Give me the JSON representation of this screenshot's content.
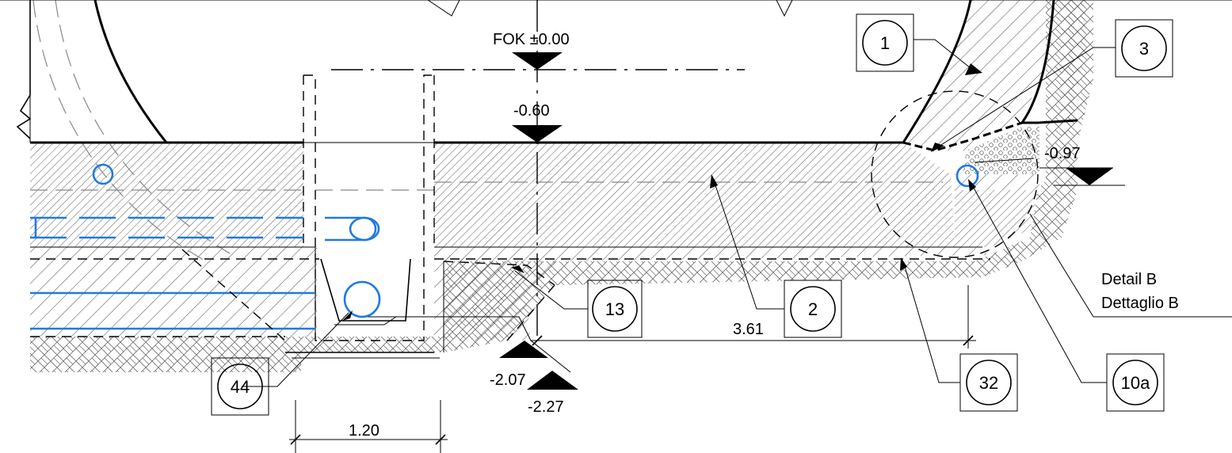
{
  "levels": {
    "fok": "FOK ±0.00",
    "top": "-0.60",
    "right": "-0.97",
    "bottom_a": "-2.07",
    "bottom_b": "-2.27"
  },
  "dimensions": {
    "width_a": "1.20",
    "width_b": "3.61"
  },
  "callouts": [
    {
      "id": "1"
    },
    {
      "id": "3"
    },
    {
      "id": "13"
    },
    {
      "id": "2"
    },
    {
      "id": "44"
    },
    {
      "id": "32"
    },
    {
      "id": "10a"
    }
  ],
  "detail": {
    "line1": "Detail B",
    "line2": "Dettaglio B"
  },
  "colors": {
    "pipe": "#1f7ae0",
    "line": "#000000"
  }
}
